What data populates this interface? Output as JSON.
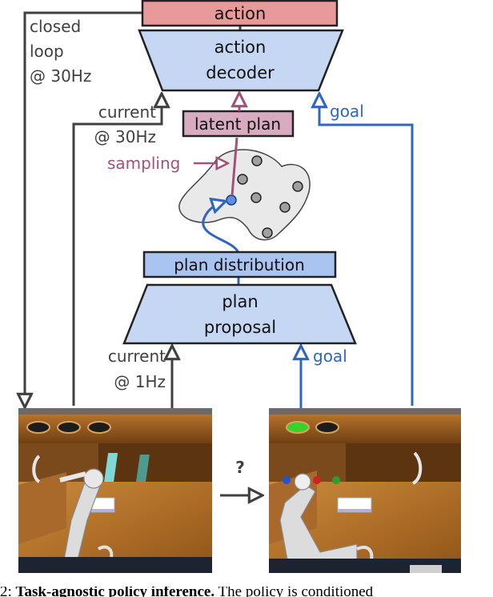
{
  "boxes": {
    "action": "action",
    "decoder_line1": "action",
    "decoder_line2": "decoder",
    "latent_plan": "latent plan",
    "plan_distribution": "plan distribution",
    "proposal_line1": "plan",
    "proposal_line2": "proposal"
  },
  "labels": {
    "closed_loop_1": "closed",
    "closed_loop_2": "loop",
    "closed_loop_3": "@ 30Hz",
    "current_top_1": "current",
    "current_top_2": "@ 30Hz",
    "goal_top": "goal",
    "sampling": "sampling",
    "current_bottom_1": "current",
    "current_bottom_2": "@ 1Hz",
    "goal_bottom": "goal",
    "transition": "?"
  },
  "caption": {
    "prefix": "2: ",
    "bold": "Task-agnostic policy inference.",
    "rest": " The policy is conditioned"
  },
  "colors": {
    "action_fill": "#e8999a",
    "box_fill": "#c6d7f3",
    "latent_fill": "#d9abc0",
    "dist_fill": "#a9c4f0",
    "plum": "#a0527a",
    "blue": "#2f66c2",
    "dark": "#404040"
  }
}
